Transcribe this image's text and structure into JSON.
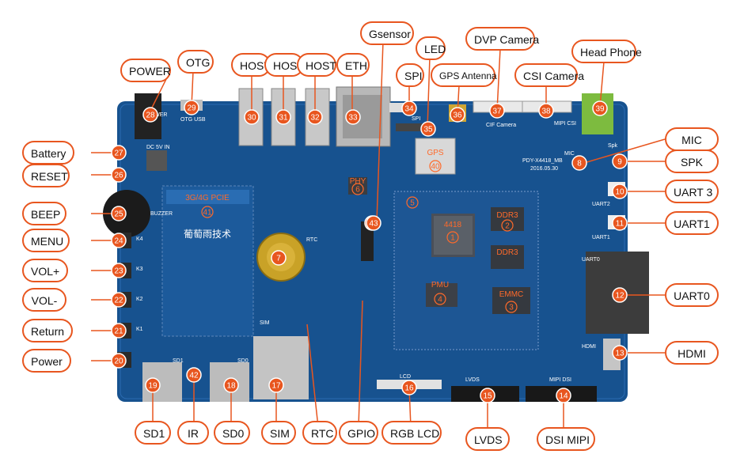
{
  "board": {
    "model": "PDY-X4418_MB",
    "date": "2016.05.30",
    "pcie_label": "3G/4G PCIE",
    "vendor_text": "葡萄雨技术",
    "chip_cpu": "4418",
    "chip_ddr_a": "DDR3",
    "chip_ddr_b": "DDR3",
    "chip_emmc": "EMMC",
    "chip_pmu": "PMU",
    "chip_gps": "GPS",
    "chip_phy": "PHY",
    "silk": [
      "POWER",
      "OTG USB",
      "DC 5V IN",
      "RTC",
      "SIM",
      "LVDS",
      "MIPI DSI",
      "HDMI",
      "LCD",
      "SPI",
      "CIF Camera",
      "MIPI CSI",
      "MIC",
      "Spk",
      "UART2",
      "UART1",
      "UART0",
      "BUZZER",
      "SD1",
      "SD0",
      "K1",
      "K2",
      "K3",
      "K4"
    ]
  },
  "labels": [
    {
      "id": "power-top",
      "text": "POWER",
      "num": "28"
    },
    {
      "id": "otg",
      "text": "OTG",
      "num": "29"
    },
    {
      "id": "host1",
      "text": "HOST",
      "num": "30"
    },
    {
      "id": "host2",
      "text": "HOST",
      "num": "31"
    },
    {
      "id": "host3",
      "text": "HOST",
      "num": "32"
    },
    {
      "id": "eth",
      "text": "ETH",
      "num": "33"
    },
    {
      "id": "gsensor",
      "text": "Gsensor",
      "num": "43"
    },
    {
      "id": "spi",
      "text": "SPI",
      "num": "34"
    },
    {
      "id": "led",
      "text": "LED",
      "num": "35"
    },
    {
      "id": "gps-antenna",
      "text": "GPS Antenna",
      "num": "36"
    },
    {
      "id": "dvp-camera",
      "text": "DVP Camera",
      "num": "37"
    },
    {
      "id": "csi-camera",
      "text": "CSI Camera",
      "num": "38"
    },
    {
      "id": "head-phone",
      "text": "Head Phone",
      "num": "39"
    },
    {
      "id": "battery",
      "text": "Battery",
      "num": "27"
    },
    {
      "id": "reset",
      "text": "RESET",
      "num": "26"
    },
    {
      "id": "beep",
      "text": "BEEP",
      "num": "25"
    },
    {
      "id": "menu",
      "text": "MENU",
      "num": "24"
    },
    {
      "id": "vol-plus",
      "text": "VOL+",
      "num": "23"
    },
    {
      "id": "vol-minus",
      "text": "VOL-",
      "num": "22"
    },
    {
      "id": "return",
      "text": "Return",
      "num": "21"
    },
    {
      "id": "power-key",
      "text": "Power",
      "num": "20"
    },
    {
      "id": "mic",
      "text": "MIC",
      "num": "8"
    },
    {
      "id": "spk",
      "text": "SPK",
      "num": "9"
    },
    {
      "id": "uart3",
      "text": "UART 3",
      "num": "10"
    },
    {
      "id": "uart1",
      "text": "UART1",
      "num": "11"
    },
    {
      "id": "uart0",
      "text": "UART0",
      "num": "12"
    },
    {
      "id": "hdmi",
      "text": "HDMI",
      "num": "13"
    },
    {
      "id": "sd1",
      "text": "SD1",
      "num": "19"
    },
    {
      "id": "ir",
      "text": "IR",
      "num": "42"
    },
    {
      "id": "sd0",
      "text": "SD0",
      "num": "18"
    },
    {
      "id": "sim",
      "text": "SIM",
      "num": "17"
    },
    {
      "id": "rtc",
      "text": "RTC",
      "num": "7"
    },
    {
      "id": "gpio",
      "text": "GPIO",
      "num": "43"
    },
    {
      "id": "rgb-lcd",
      "text": "RGB LCD",
      "num": "16"
    },
    {
      "id": "lvds",
      "text": "LVDS",
      "num": "15"
    },
    {
      "id": "dsi-mipi",
      "text": "DSI MIPI",
      "num": "14"
    }
  ],
  "chip_numbers": [
    "1",
    "2",
    "3",
    "4",
    "5",
    "6",
    "40",
    "41"
  ],
  "colors": {
    "pcb": "#17528f",
    "pcb_dark": "#0f3d6c",
    "accent": "#e8561f",
    "gold": "#c9a227"
  }
}
